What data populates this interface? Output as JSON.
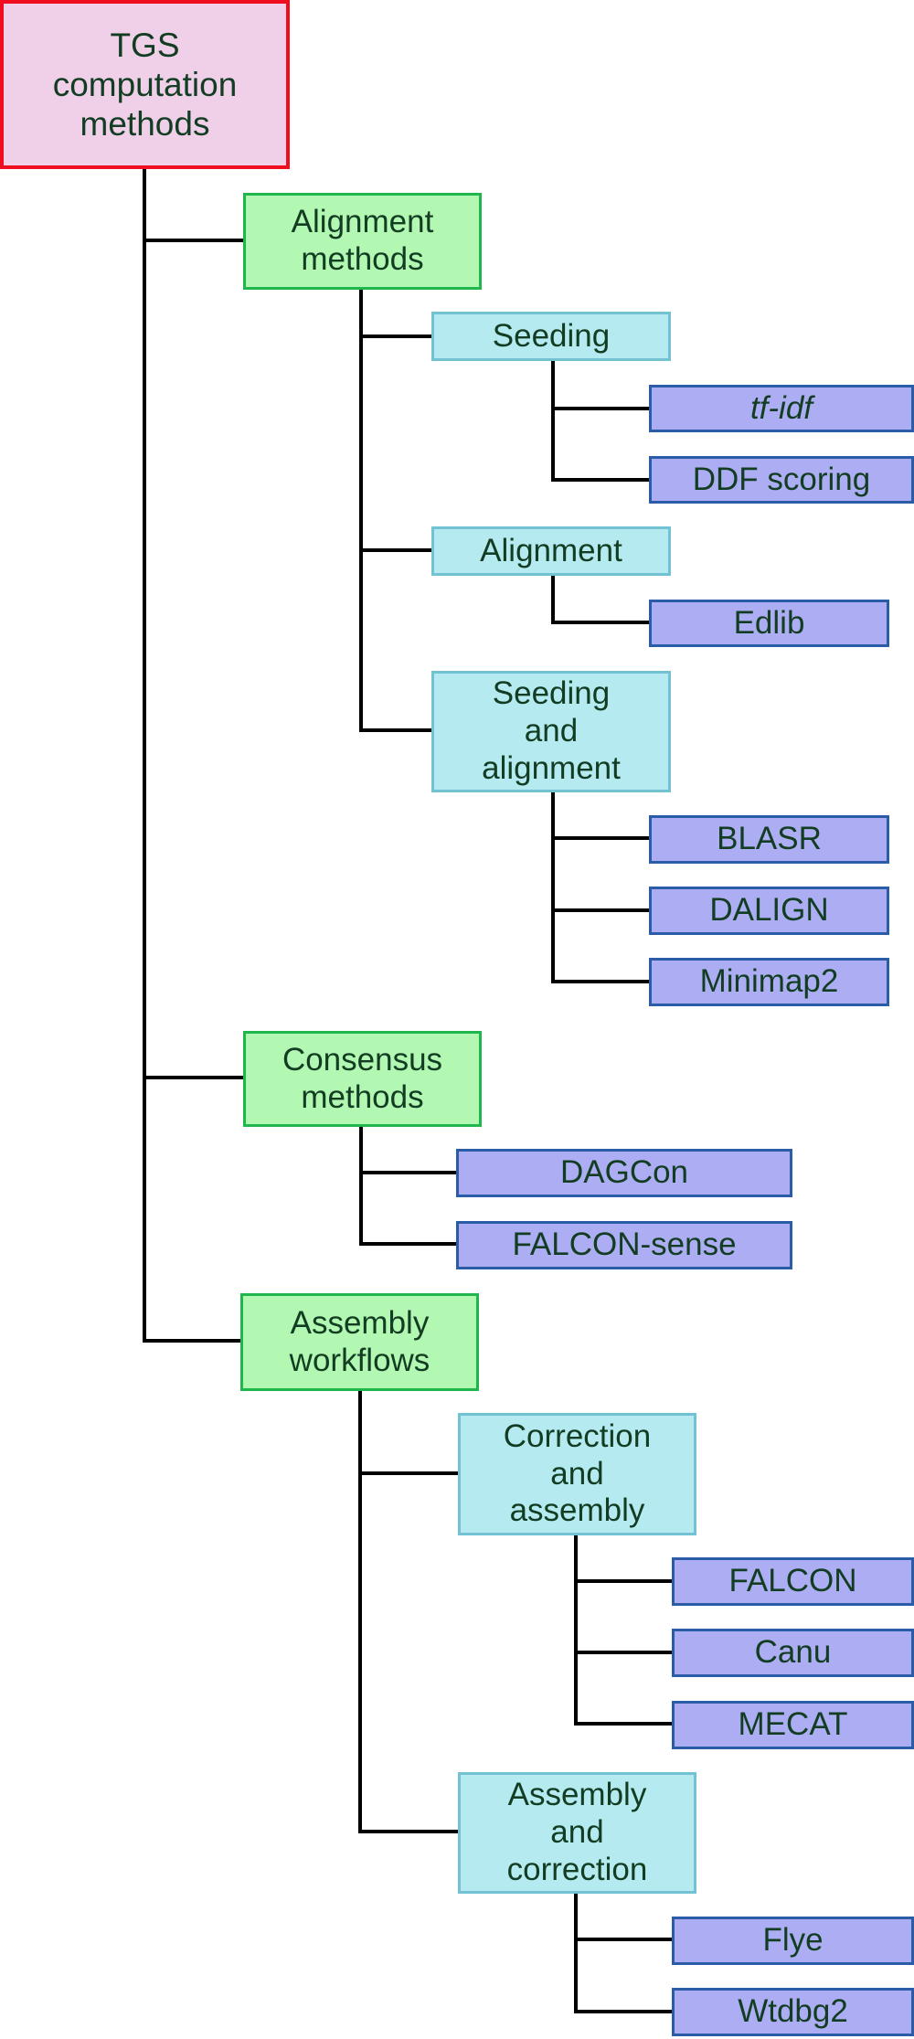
{
  "diagram": {
    "root": {
      "label": "TGS\ncomputation\nmethods"
    },
    "categories": [
      {
        "label": "Alignment\nmethods",
        "subcategories": [
          {
            "label": "Seeding",
            "tools": [
              "tf-idf",
              "DDF scoring"
            ]
          },
          {
            "label": "Alignment",
            "tools": [
              "Edlib"
            ]
          },
          {
            "label": "Seeding\nand\nalignment",
            "tools": [
              "BLASR",
              "DALIGN",
              "Minimap2"
            ]
          }
        ]
      },
      {
        "label": "Consensus\nmethods",
        "tools": [
          "DAGCon",
          "FALCON-sense"
        ]
      },
      {
        "label": "Assembly\nworkflows",
        "subcategories": [
          {
            "label": "Correction\nand\nassembly",
            "tools": [
              "FALCON",
              "Canu",
              "MECAT"
            ]
          },
          {
            "label": "Assembly\nand\ncorrection",
            "tools": [
              "Flye",
              "Wtdbg2"
            ]
          }
        ]
      }
    ],
    "colors": {
      "root_fill": "#f0cfe8",
      "root_border": "#f00d1f",
      "category_fill": "#b2f7b2",
      "category_border": "#1fb74b",
      "subcategory_fill": "#b5ebf0",
      "subcategory_border": "#72c2d4",
      "tool_fill": "#acadf2",
      "tool_border": "#2a5ca8",
      "text": "#123d23",
      "connector": "#000000"
    }
  }
}
